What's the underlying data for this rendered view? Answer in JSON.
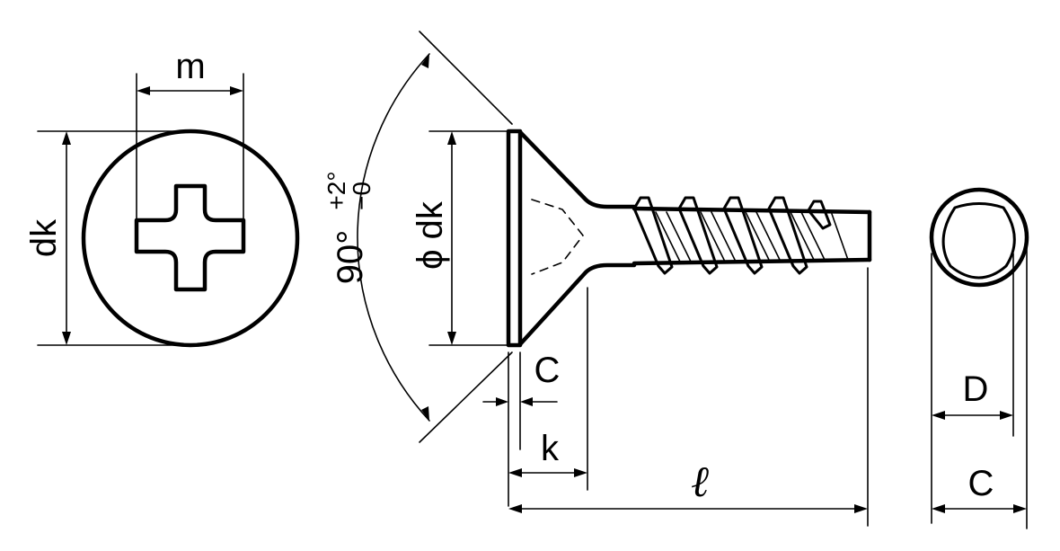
{
  "labels": {
    "m": "m",
    "dk": "dk",
    "angle": "90°",
    "tol_plus": "+2°",
    "tol_minus": "−0",
    "phi_dk": "ϕ dk",
    "c_head": "C",
    "k": "k",
    "ell": "ℓ",
    "d_dia": "D",
    "c_tip": "C"
  }
}
